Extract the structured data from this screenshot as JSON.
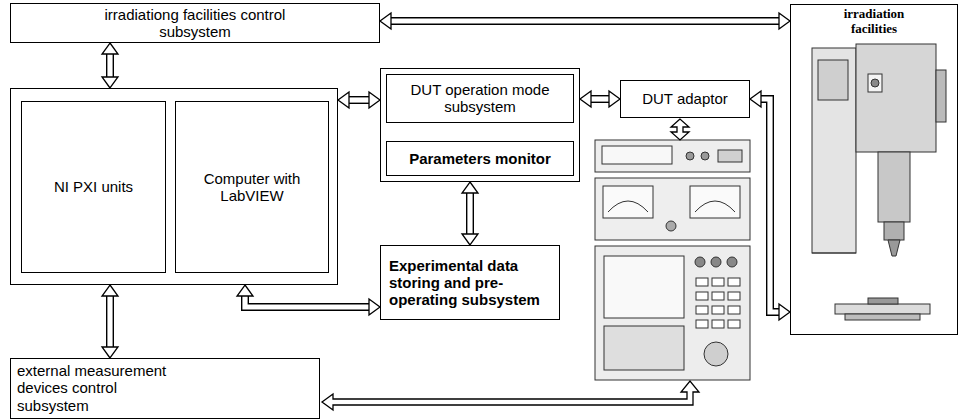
{
  "diagram": {
    "nodes": [
      {
        "text": [
          "irradiationg facilities control subsystem"
        ]
      },
      {
        "text": [
          "irradiation facilities"
        ]
      },
      {
        "text": []
      },
      {
        "text": [
          "NI PXI units"
        ],
        "in": 2
      },
      {
        "text": [
          "Computer with LabVIEW"
        ],
        "in": 2
      },
      {
        "text": [
          "DUT operation mode subsystem",
          "Parameters monitor"
        ]
      },
      {
        "text": [
          "DUT adaptor"
        ]
      },
      {
        "text": [
          "Experimental data storing and pre-operating subsystem"
        ]
      },
      {
        "text": [
          "external measurement devices control subsystem"
        ]
      }
    ],
    "edges": [
      {
        "from": 0,
        "to": 1,
        "arrow": "both"
      },
      {
        "from": 0,
        "to": 2,
        "arrow": "both"
      },
      {
        "from": 2,
        "to": 5,
        "arrow": "both"
      },
      {
        "from": 5,
        "to": 6,
        "arrow": "both"
      },
      {
        "from": 6,
        "to": 1,
        "arrow": "both"
      },
      {
        "from": 5,
        "to": 7,
        "arrow": "both"
      },
      {
        "from": 2,
        "to": 7,
        "arrow": "both"
      },
      {
        "from": 2,
        "to": 8,
        "arrow": "both"
      }
    ]
  }
}
